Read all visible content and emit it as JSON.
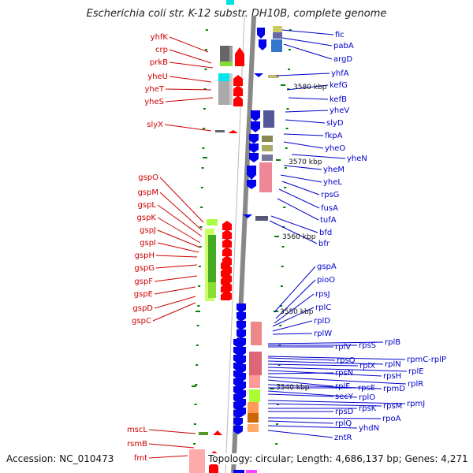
{
  "title": "Escherichia coli str. K-12 substr. DH10B, complete genome",
  "footer": {
    "accession": "Accession: NC_010473",
    "summary": "Topology: circular; Length: 4,686,137 bp; Genes: 4,271"
  },
  "colors": {
    "left_labels": "#cc0000",
    "right_labels": "#0000cc",
    "backbone": "#888888",
    "ticks": "#008000"
  },
  "kbp_markers": [
    "3580 kbp",
    "3570 kbp",
    "3560 kbp",
    "3550 kbp",
    "3540 kbp"
  ],
  "left_genes": [
    "yhfK",
    "crp",
    "prkB",
    "yheU",
    "yheT",
    "yheS",
    "slyX",
    "gspO",
    "gspM",
    "gspL",
    "gspK",
    "gspJ",
    "gspI",
    "gspH",
    "gspG",
    "gspF",
    "gspE",
    "gspD",
    "gspC",
    "mscL",
    "rsmB",
    "fmt"
  ],
  "right_genes": [
    "fic",
    "pabA",
    "argD",
    "yhfA",
    "kefG",
    "kefB",
    "yheV",
    "slyD",
    "fkpA",
    "yheO",
    "yheN",
    "yheM",
    "yheL",
    "rpsG",
    "fusA",
    "tufA",
    "bfd",
    "bfr",
    "gspA",
    "pioO",
    "rpsJ",
    "rplC",
    "rplD",
    "rplW",
    "rplB",
    "rpsS",
    "rplV",
    "rpmC-rplP",
    "rpsQ",
    "rplN",
    "rplX",
    "rplE",
    "rpsH",
    "rpsN",
    "rplR",
    "rplF",
    "rpmD",
    "rpsE",
    "rplO",
    "secY",
    "rpmJ",
    "rpsM",
    "rpsK",
    "rpsD",
    "rpoA",
    "rplQ",
    "yhdN",
    "zntR"
  ]
}
